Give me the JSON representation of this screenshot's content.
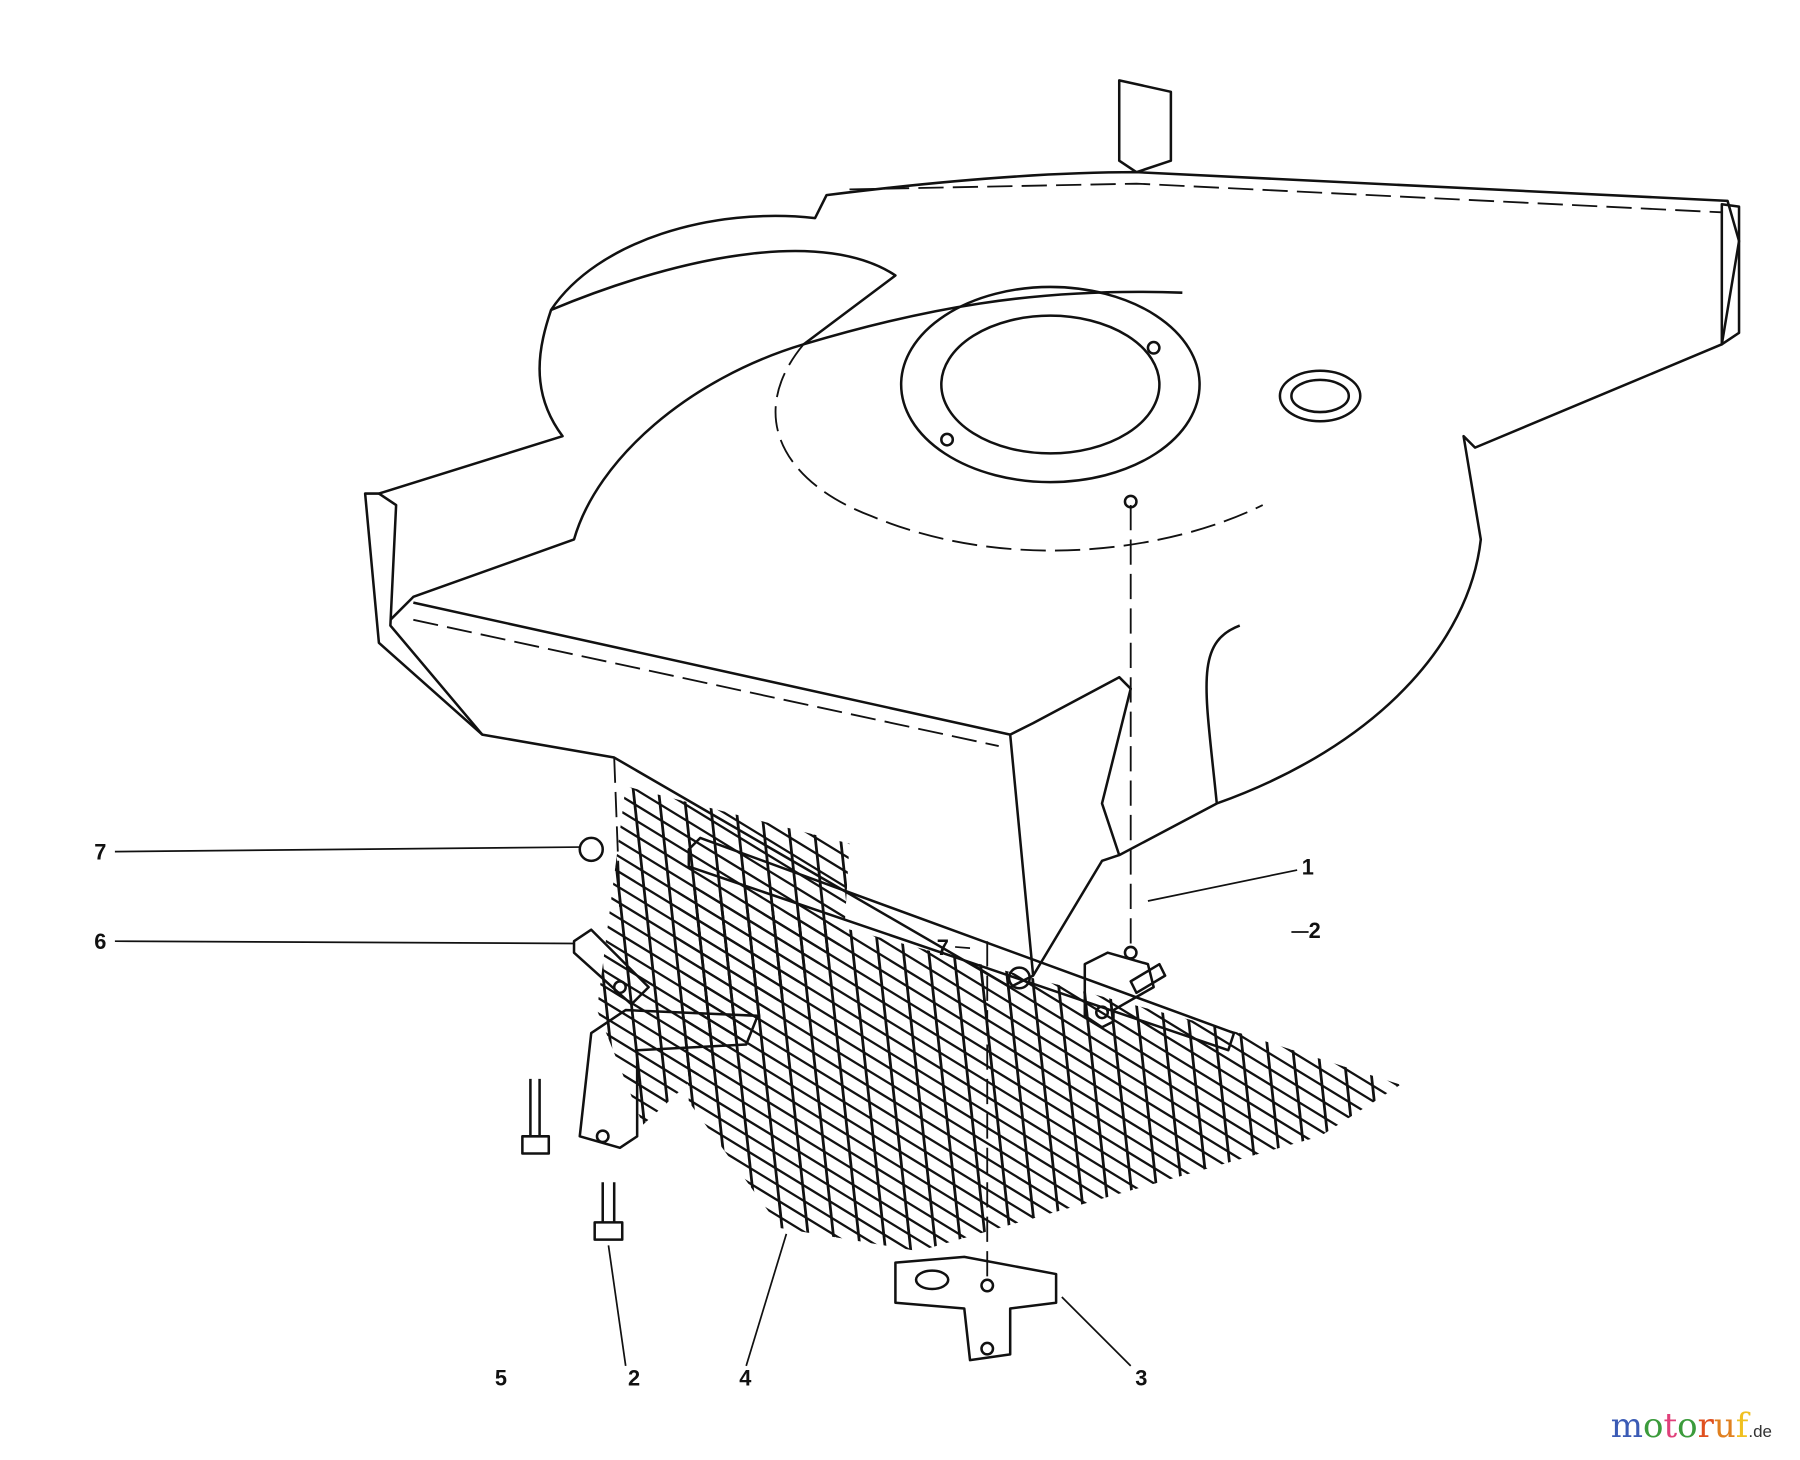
{
  "callouts": [
    {
      "label": "7"
    },
    {
      "label": "6"
    },
    {
      "label": "1"
    },
    {
      "label": "2"
    },
    {
      "label": "7"
    },
    {
      "label": "5"
    },
    {
      "label": "2"
    },
    {
      "label": "4"
    },
    {
      "label": "3"
    }
  ],
  "watermark": {
    "text": "motoruf",
    "suffix": ".de",
    "colors": [
      "#3b5bb5",
      "#3b9b3b",
      "#e0407a",
      "#3b9b3b",
      "#e05020",
      "#e08020",
      "#f0c020"
    ]
  }
}
